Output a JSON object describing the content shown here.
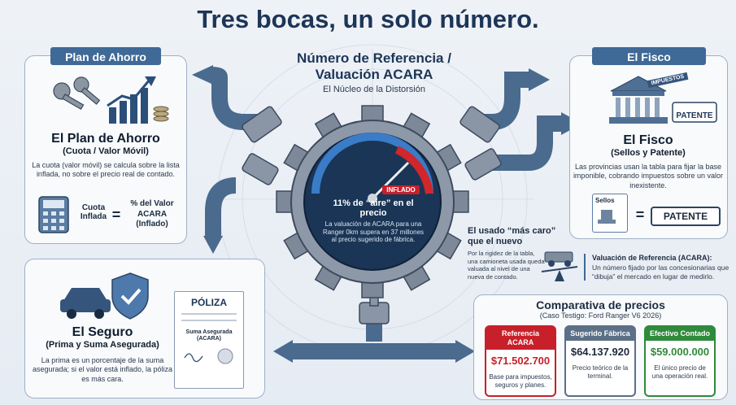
{
  "title": "Tres bocas, un solo número.",
  "center": {
    "heading_line1": "Número de Referencia /",
    "heading_line2": "Valuación ACARA",
    "subheading": "El Núcleo de la Distorsión",
    "gauge_label": "INFLADO",
    "aire_title": "11% de “aire” en el precio",
    "aire_text": "La valuación de ACARA para una Ranger 0km supera en 37 millones al precio sugerido de fábrica."
  },
  "plan": {
    "tab": "Plan de Ahorro",
    "title": "El Plan de Ahorro",
    "subtitle": "(Cuota / Valor Móvil)",
    "text": "La cuota (valor móvil) se calcula sobre la lista inflada, no sobre el precio real de contado.",
    "formula_left": "Cuota Inflada",
    "formula_eq": "=",
    "formula_right": "% del Valor ACARA (Inflado)"
  },
  "fisco": {
    "tab": "El Fisco",
    "title": "El Fisco",
    "subtitle": "(Sellos y Patente)",
    "text": "Las provincias usan la tabla para fijar la base imponible, cobrando impuestos sobre un valor inexistente.",
    "stamp_label": "IMPUESTOS",
    "plate_label": "PATENTE",
    "sellos_label": "Sellos",
    "plate2_label": "PATENTE",
    "eq": "="
  },
  "usado": {
    "title": "El usado “más caro” que el nuevo",
    "text": "Por la rigidez de la tabla, una camioneta usada queda valuada al nivel de una nueva de contado."
  },
  "valuacion": {
    "title": "Valuación de Referencia (ACARA):",
    "text": "Un número fijado por las concesionarias que “dibuja” el mercado en lugar de medirlo."
  },
  "seguro": {
    "title": "El Seguro",
    "subtitle": "(Prima y Suma Asegurada)",
    "text": "La prima es un porcentaje de la suma asegurada; si el valor está inflado, la póliza es más cara.",
    "poliza_title": "PÓLIZA",
    "poliza_line": "Suma Asegurada (ACARA)"
  },
  "comparativa": {
    "title": "Comparativa de precios",
    "subtitle": "(Caso Testigo: Ford Ranger V6 2026)",
    "cards": [
      {
        "head": "Referencia ACARA",
        "value": "$71.502.700",
        "note": "Base para impuestos, seguros y planes.",
        "color": "#c8202a"
      },
      {
        "head": "Sugerido Fábrica",
        "value": "$64.137.920",
        "note": "Precio teórico de la terminal.",
        "color": "#5b6f86"
      },
      {
        "head": "Efectivo Contado",
        "value": "$59.000.000",
        "note": "El único precio de una operación real.",
        "color": "#2f8a3c"
      }
    ]
  },
  "colors": {
    "navy": "#1d3557",
    "tab": "#3f6996",
    "red": "#c8202a",
    "green": "#2f8a3c",
    "steel": "#4a6a8e"
  }
}
